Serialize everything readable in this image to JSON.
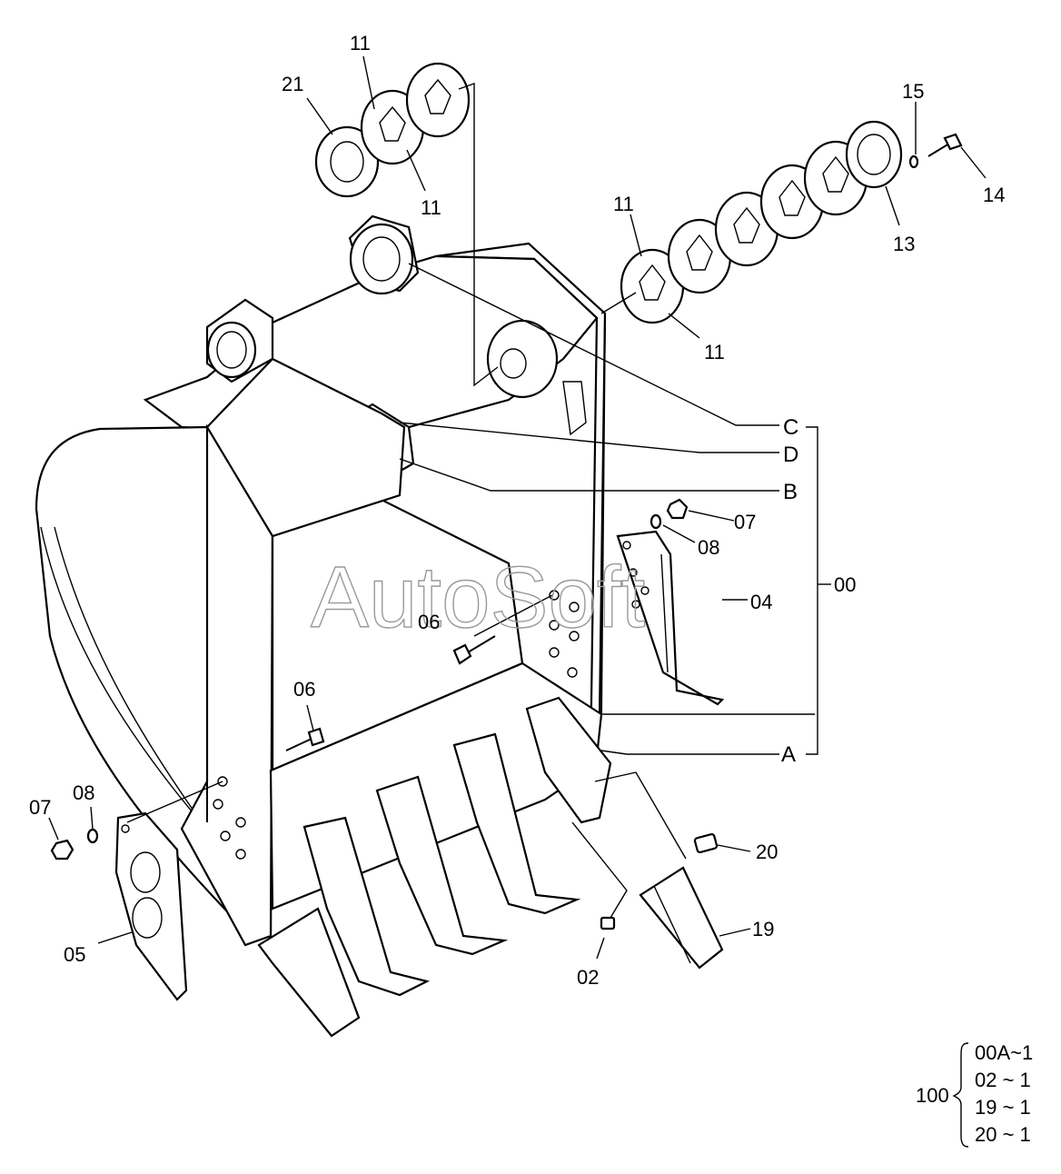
{
  "watermark": "AutoSoft",
  "callouts": {
    "c11a": "11",
    "c21": "21",
    "c11b": "11",
    "c11c": "11",
    "c11d": "11",
    "c15": "15",
    "c14": "14",
    "c13": "13",
    "cC": "C",
    "cD": "D",
    "cB": "B",
    "c00": "00",
    "c07r": "07",
    "c08r": "08",
    "c04": "04",
    "c06a": "06",
    "c06b": "06",
    "cA": "A",
    "c07l": "07",
    "c08l": "08",
    "c05": "05",
    "c20": "20",
    "c19": "19",
    "c02": "02"
  },
  "kit": {
    "label": "100",
    "items": [
      "00A~1",
      "02 ~ 1",
      "19 ~ 1",
      "20 ~ 1"
    ]
  }
}
